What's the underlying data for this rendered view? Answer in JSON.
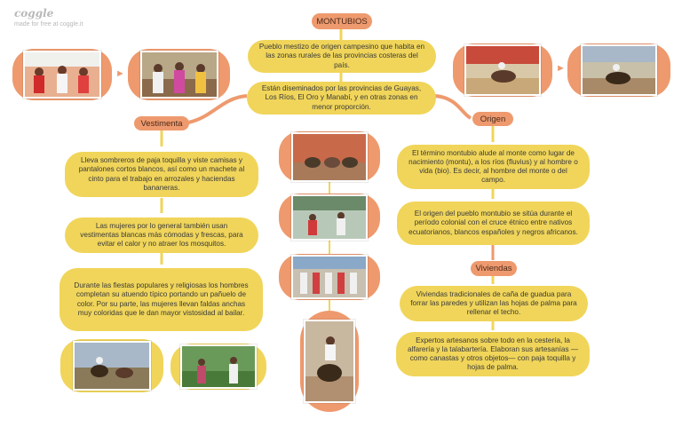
{
  "branding": {
    "logo": "coggle",
    "tagline": "made for free at coggle.it"
  },
  "root": {
    "label": "MONTUBIOS"
  },
  "center": {
    "node1": "Pueblo mestizo de origen campesino que habita en las zonas rurales de las provincias costeras del país.",
    "node2": "Están diseminados por las provincias de Guayas, Los Ríos, El Oro y Manabí, y en otras zonas en menor proporción."
  },
  "vestimenta": {
    "label": "Vestimenta",
    "nodes": [
      "Lleva sombreros de paja toquilla y viste camisas y pantalones cortos blancos, así como un machete al cinto para el trabajo en arrozales y haciendas bananeras.",
      "Las mujeres por lo general también usan vestimentas blancas más cómodas y frescas, para evitar el calor y no atraer los mosquitos.",
      "Durante las fiestas populares y religiosas los hombres completan su atuendo típico portando un pañuelo de color. Por su parte, las mujeres llevan faldas anchas muy coloridas que le dan mayor vistosidad al bailar."
    ]
  },
  "origen": {
    "label": "Origen",
    "nodes": [
      "El término montubio alude al monte como lugar de nacimiento (montu), a los ríos (fluvius) y al hombre o vida (bio). Es decir, al hombre del monte o del campo.",
      "El origen del pueblo montubio se sitúa durante el período colonial con el cruce étnico entre nativos ecuatorianos, blancos españoles y negros africanos."
    ]
  },
  "viviendas": {
    "label": "Viviendas",
    "nodes": [
      "Viviendas tradicionales de caña de guadua para forrar las paredes y utilizan las hojas de palma para rellenar el techo.",
      "Expertos artesanos sobre todo en la cestería, la alfarería y la talabartería. Elaboran sus artesanías —como canastas y otros objetos— con paja toquilla y hojas de palma."
    ]
  },
  "colors": {
    "orange": "#ee9a6e",
    "yellow": "#f0d55a",
    "text": "#3a3a3a"
  }
}
